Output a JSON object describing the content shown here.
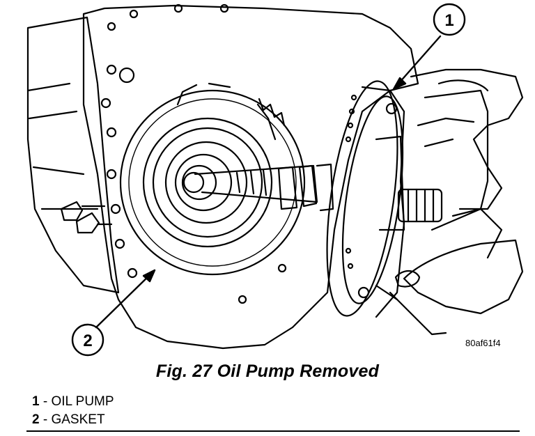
{
  "figure": {
    "caption": "Fig. 27 Oil Pump Removed",
    "code": "80af61f4",
    "callouts": [
      {
        "num": "1",
        "label": "OIL PUMP"
      },
      {
        "num": "2",
        "label": "GASKET"
      }
    ]
  },
  "legend": {
    "items": [
      {
        "num": "1",
        "sep": " - ",
        "label": "OIL PUMP"
      },
      {
        "num": "2",
        "sep": " - ",
        "label": "GASKET"
      }
    ]
  }
}
